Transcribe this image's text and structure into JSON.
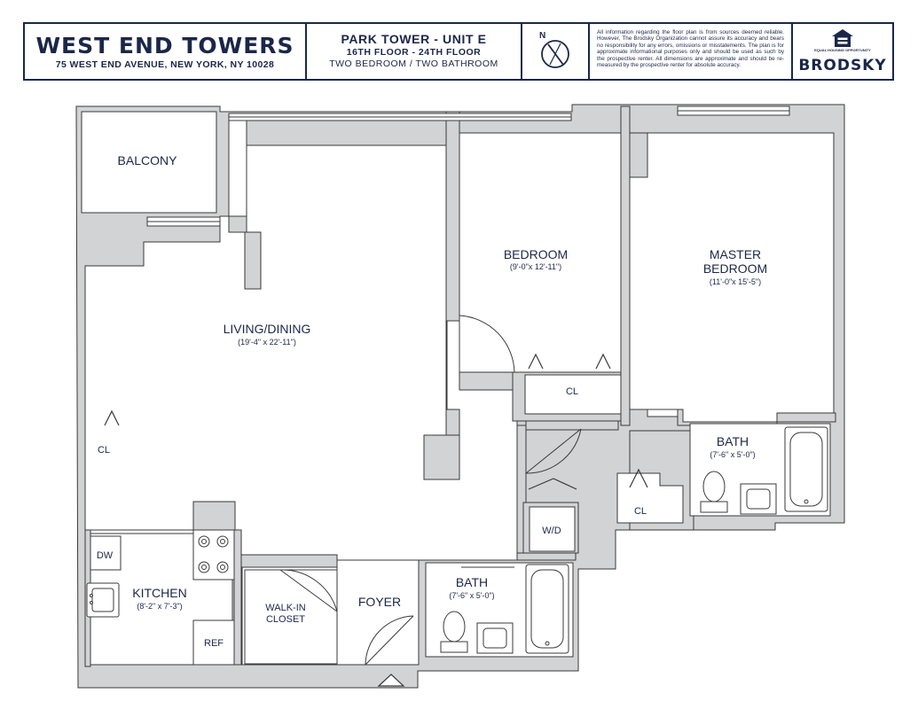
{
  "header": {
    "building_name": "WEST END TOWERS",
    "address": "75 WEST END AVENUE, NEW YORK, NY 10028",
    "unit_name": "PARK TOWER - UNIT E",
    "floors": "16TH FLOOR - 24TH FLOOR",
    "unit_type": "TWO BEDROOM / TWO BATHROOM",
    "compass_label": "N",
    "disclaimer": "All information regarding the floor plan is from sources deemed reliable. However, The Brodsky Organization cannot assure its accuracy and bears no responsibility for any errors, omissions or misstatements. The plan is for approximate informational purposes only and should be used as such by the prospective renter. All dimensions are approximate and should be re-measured by the prospective renter for absolute accuracy.",
    "equal_housing_text": "EQUAL HOUSING OPPORTUNITY",
    "brand": "BRODSKY"
  },
  "rooms": {
    "balcony": "BALCONY",
    "living_name": "LIVING/DINING",
    "living_dims": "(19'-4\" x 22'-11\")",
    "bedroom_name": "BEDROOM",
    "bedroom_dims": "(9'-0\"x 12'-11\")",
    "master_name_1": "MASTER",
    "master_name_2": "BEDROOM",
    "master_dims": "(11'-0\"x 15'-5\")",
    "kitchen_name": "KITCHEN",
    "kitchen_dims": "(8'-2\" x 7'-3\")",
    "walkin_1": "WALK-IN",
    "walkin_2": "CLOSET",
    "foyer": "FOYER",
    "bath1_name": "BATH",
    "bath1_dims": "(7'-6\" x 5'-0\")",
    "bath2_name": "BATH",
    "bath2_dims": "(7'-6\" x 5'-0\")"
  },
  "fixtures": {
    "closet": "CL",
    "dishwasher": "DW",
    "refrigerator": "REF",
    "washer_dryer": "W/D"
  },
  "colors": {
    "navy": "#1b2748",
    "wall_fill": "#d2d3d4",
    "wall_stroke": "#3a3a3a"
  }
}
